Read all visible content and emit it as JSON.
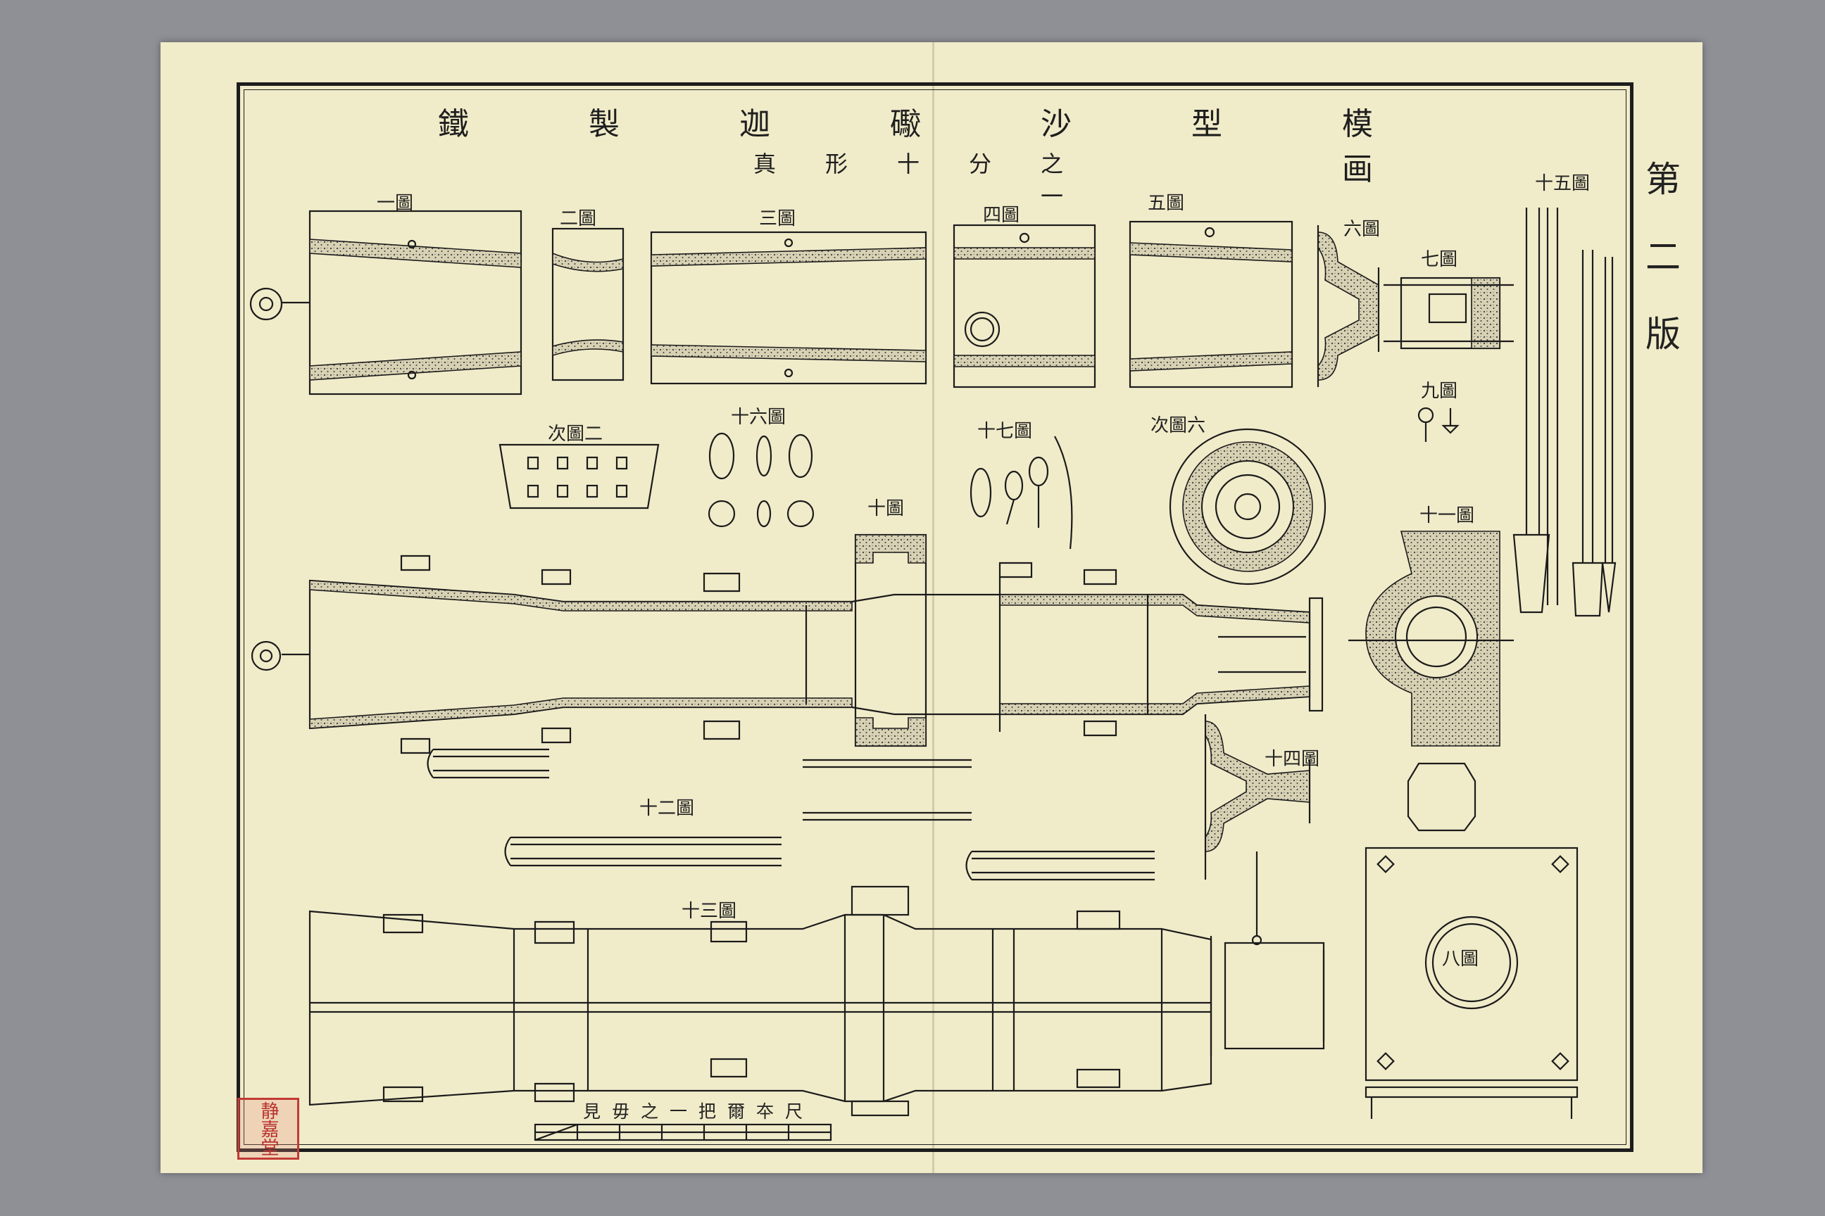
{
  "plate": {
    "number_label": "第二版",
    "title": "鐵製迦礮沙型模画",
    "subtitle": "真形十分之一",
    "scale_caption": "見毋之一把爾夲尺",
    "seal_text": "静嘉堂"
  },
  "figures": [
    {
      "id": "fig1",
      "label": "一圖"
    },
    {
      "id": "fig2",
      "label": "二圖"
    },
    {
      "id": "fig3",
      "label": "三圖"
    },
    {
      "id": "fig4",
      "label": "四圖"
    },
    {
      "id": "fig5",
      "label": "五圖"
    },
    {
      "id": "fig6",
      "label": "六圖"
    },
    {
      "id": "fig7",
      "label": "七圖"
    },
    {
      "id": "fig9",
      "label": "九圖"
    },
    {
      "id": "fig15",
      "label": "十五圖"
    },
    {
      "id": "fig2b",
      "label": "次圖二"
    },
    {
      "id": "fig16",
      "label": "十六圖"
    },
    {
      "id": "fig17",
      "label": "十七圖"
    },
    {
      "id": "fig6b",
      "label": "次圖六"
    },
    {
      "id": "fig10",
      "label": "十圖"
    },
    {
      "id": "fig11",
      "label": "十一圖"
    },
    {
      "id": "fig14",
      "label": "十四圖"
    },
    {
      "id": "fig12",
      "label": "十二圖"
    },
    {
      "id": "fig13",
      "label": "十三圖"
    },
    {
      "id": "fig8",
      "label": "八圖"
    }
  ]
}
